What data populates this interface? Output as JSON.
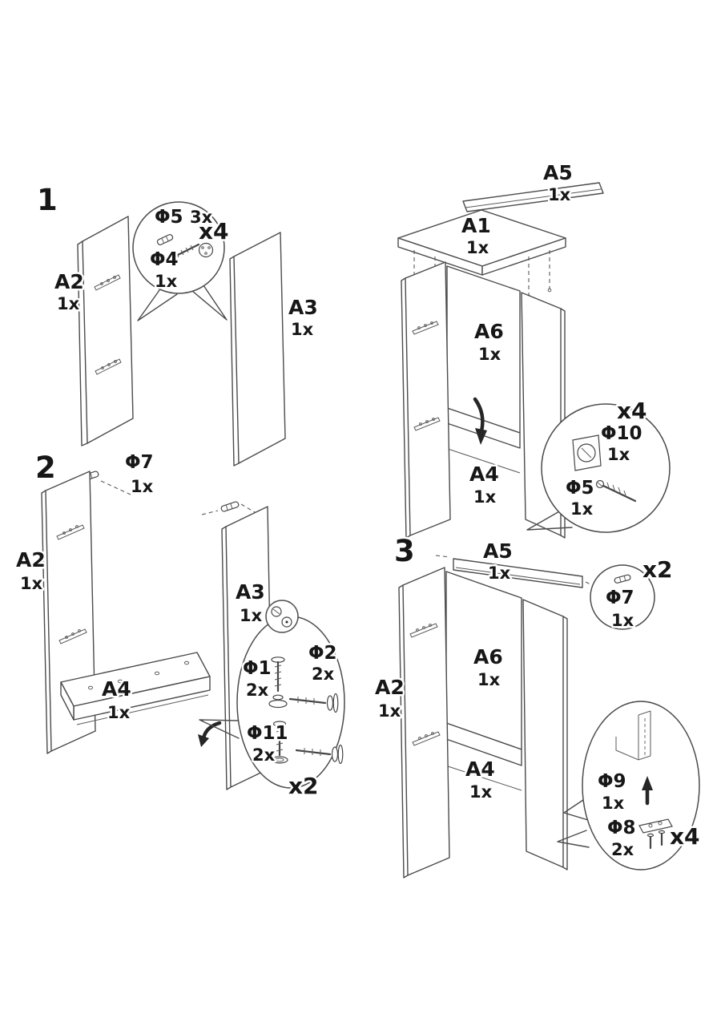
{
  "figures": {
    "step1": {
      "number": "1",
      "parts": {
        "a2": {
          "label": "A2",
          "qty": "1x"
        },
        "a3": {
          "label": "A3",
          "qty": "1x"
        }
      },
      "callout": {
        "phi5_label": "Φ5",
        "phi5_qty": "3x",
        "phi4_label": "Φ4",
        "phi4_qty": "1x",
        "multiplier": "x4"
      }
    },
    "step2": {
      "number": "2",
      "top_hardware": {
        "phi7_label": "Φ7",
        "phi7_qty": "1x"
      },
      "parts": {
        "a2": {
          "label": "A2",
          "qty": "1x"
        },
        "a3": {
          "label": "A3",
          "qty": "1x"
        },
        "a4": {
          "label": "A4",
          "qty": "1x"
        }
      },
      "callout": {
        "phi1_label": "Φ1",
        "phi1_qty": "2x",
        "phi2_label": "Φ2",
        "phi2_qty": "2x",
        "phi11_label": "Φ11",
        "phi11_qty": "2x",
        "multiplier": "x2"
      }
    },
    "assembly": {
      "parts": {
        "a5": {
          "label": "A5",
          "qty": "1x"
        },
        "a1": {
          "label": "A1",
          "qty": "1x"
        },
        "a6": {
          "label": "A6",
          "qty": "1x"
        },
        "a4": {
          "label": "A4",
          "qty": "1x"
        }
      },
      "callout": {
        "multiplier": "x4",
        "phi10_label": "Φ10",
        "phi10_qty": "1x",
        "phi5_label": "Φ5",
        "phi5_qty": "1x"
      }
    },
    "step3": {
      "number": "3",
      "parts": {
        "a5": {
          "label": "A5",
          "qty": "1x"
        },
        "a2": {
          "label": "A2",
          "qty": "1x"
        },
        "a6": {
          "label": "A6",
          "qty": "1x"
        },
        "a4": {
          "label": "A4",
          "qty": "1x"
        }
      },
      "phi7_callout": {
        "phi7_label": "Φ7",
        "phi7_qty": "1x",
        "multiplier": "x2"
      },
      "callout": {
        "phi9_label": "Φ9",
        "phi9_qty": "1x",
        "phi8_label": "Φ8",
        "phi8_qty": "2x",
        "multiplier": "x4"
      }
    }
  }
}
